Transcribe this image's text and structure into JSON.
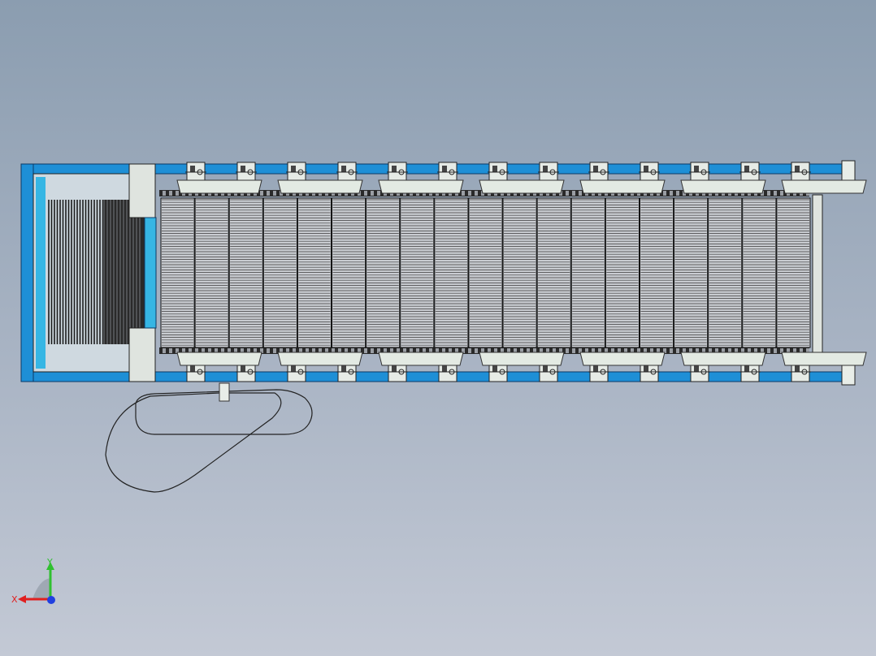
{
  "viewport": {
    "background_top": "#8b9db0",
    "background_bottom": "#c3c9d5"
  },
  "model": {
    "frame_color": "#1e8fd6",
    "frame_light": "#36b6e4",
    "slat_color": "#c9ccd1",
    "slat_line_color": "#3a3a3a",
    "bracket_color": "#e6ebe6",
    "chain_color": "#2a2a2a",
    "bracket_columns": 13,
    "slat_panels": 19
  },
  "triad": {
    "x_label": "X",
    "y_label": "Y",
    "x_color": "#e02020",
    "y_color": "#30c030",
    "z_color": "#2040e0"
  }
}
